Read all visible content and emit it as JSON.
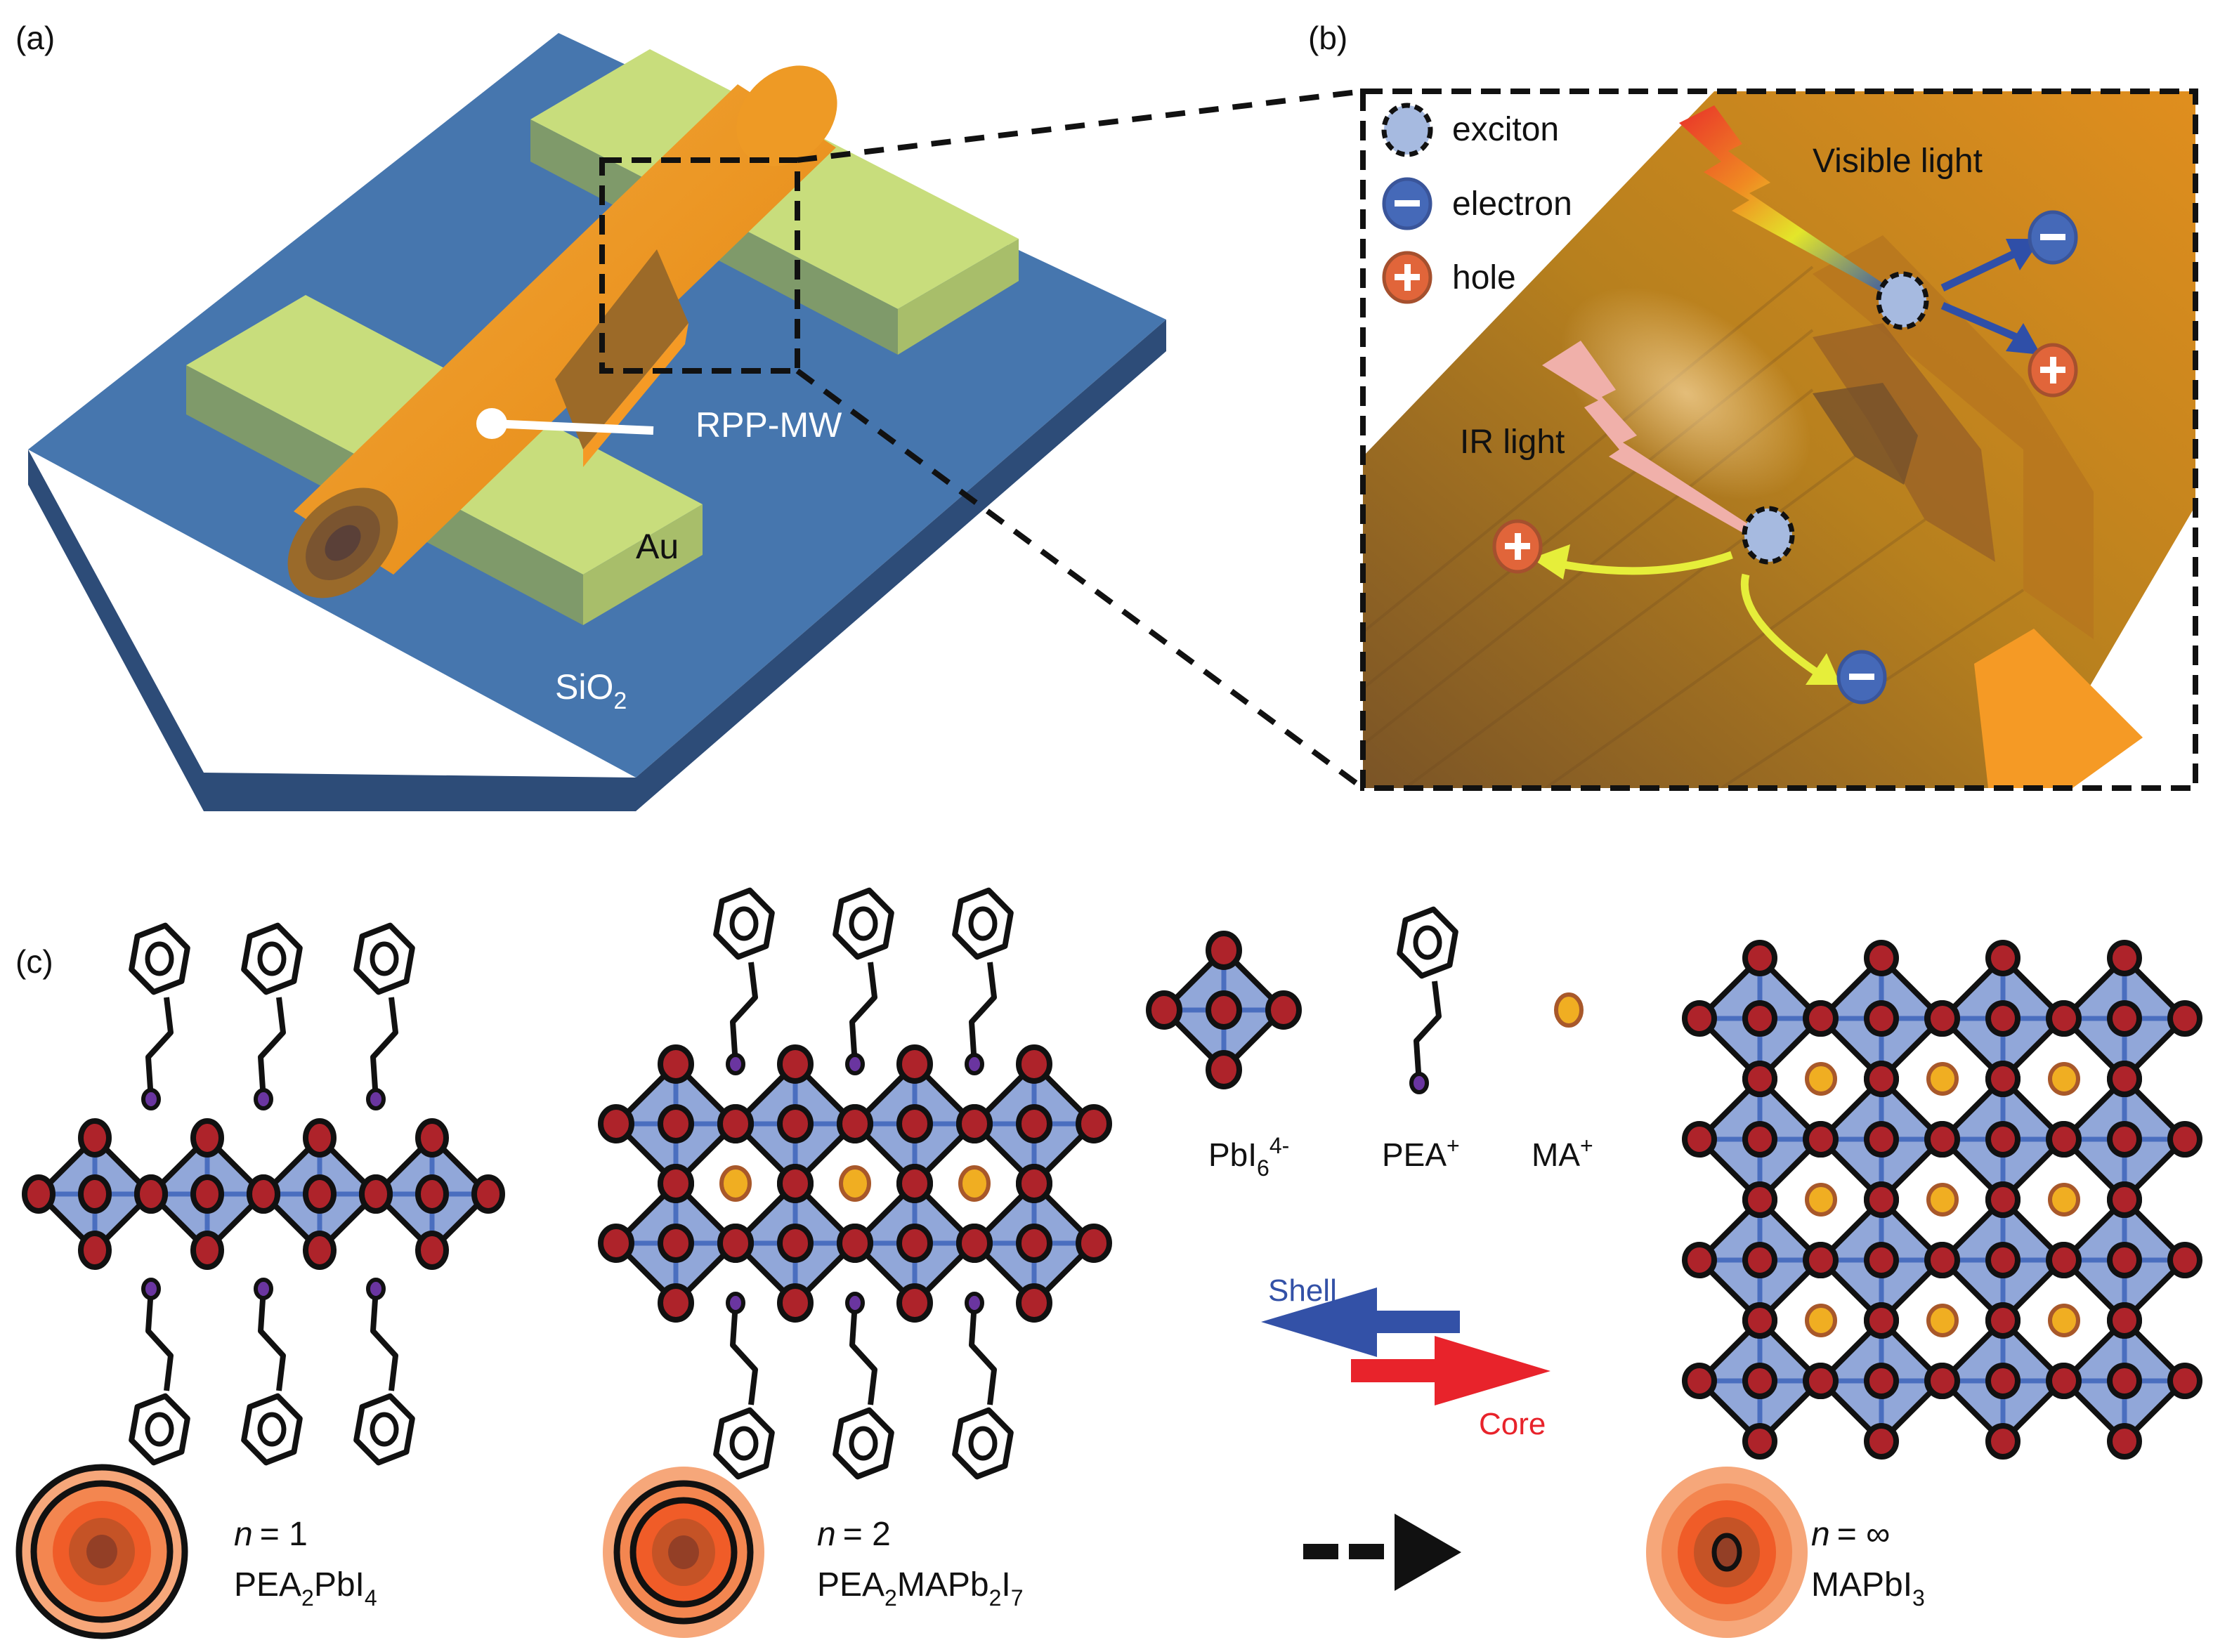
{
  "panels": {
    "a": {
      "label": "(a)",
      "labels": {
        "wire": "RPP-MW",
        "electrode": "Au",
        "substrate_main": "SiO",
        "substrate_sub": "2"
      },
      "colors": {
        "substrate": "#4676AE",
        "substrate_edge": "#2D4C78",
        "electrode": "#C8DD7C",
        "wire": "#EE9A25"
      }
    },
    "b": {
      "label": "(b)",
      "legend": [
        {
          "symbol": "exciton-icon",
          "label": "exciton"
        },
        {
          "symbol": "electron-icon",
          "label": "electron"
        },
        {
          "symbol": "hole-icon",
          "label": "hole"
        }
      ],
      "annotations": {
        "visible": "Visible light",
        "ir": "IR light"
      },
      "colors": {
        "exciton": "#A6BAE0",
        "electron": "#4569B8",
        "hole": "#E1653A",
        "visible_arrow": "#2F4FA8",
        "ir_arrow": "#E6EE3A",
        "ir_bolt": "#F0B0AA"
      }
    },
    "c": {
      "label": "(c)",
      "legend": [
        {
          "name": "PbI",
          "sub": "6",
          "sup": "4-"
        },
        {
          "name": "PEA",
          "sub": "",
          "sup": "+"
        },
        {
          "name": "MA",
          "sub": "",
          "sup": "+"
        }
      ],
      "arrows": {
        "shell": "Shell",
        "core": "Core"
      },
      "phases": [
        {
          "n_label": "n",
          "n_value": "= 1",
          "formula": [
            [
              "PEA",
              ""
            ],
            [
              "2",
              "sub"
            ],
            [
              "PbI",
              ""
            ],
            [
              "4",
              "sub"
            ]
          ]
        },
        {
          "n_label": "n",
          "n_value": "= 2",
          "formula": [
            [
              "PEA",
              ""
            ],
            [
              "2",
              "sub"
            ],
            [
              "MAPb",
              ""
            ],
            [
              "2",
              "sub"
            ],
            [
              "I",
              ""
            ],
            [
              "7",
              "sub"
            ]
          ]
        },
        {
          "n_label": "n",
          "n_value": "= ∞",
          "formula": [
            [
              "MAPbI",
              ""
            ],
            [
              "3",
              "sub"
            ]
          ]
        }
      ],
      "colors": {
        "octahedron": "#91A7D9",
        "octa_bond": "#4A6EBF",
        "iodide": "#AE232A",
        "ma": "#F0AE22",
        "ma_edge": "#A8582A",
        "pea_n": "#6A35A0",
        "shell_arrow": "#3351A7",
        "core_arrow": "#E8232B"
      }
    }
  }
}
